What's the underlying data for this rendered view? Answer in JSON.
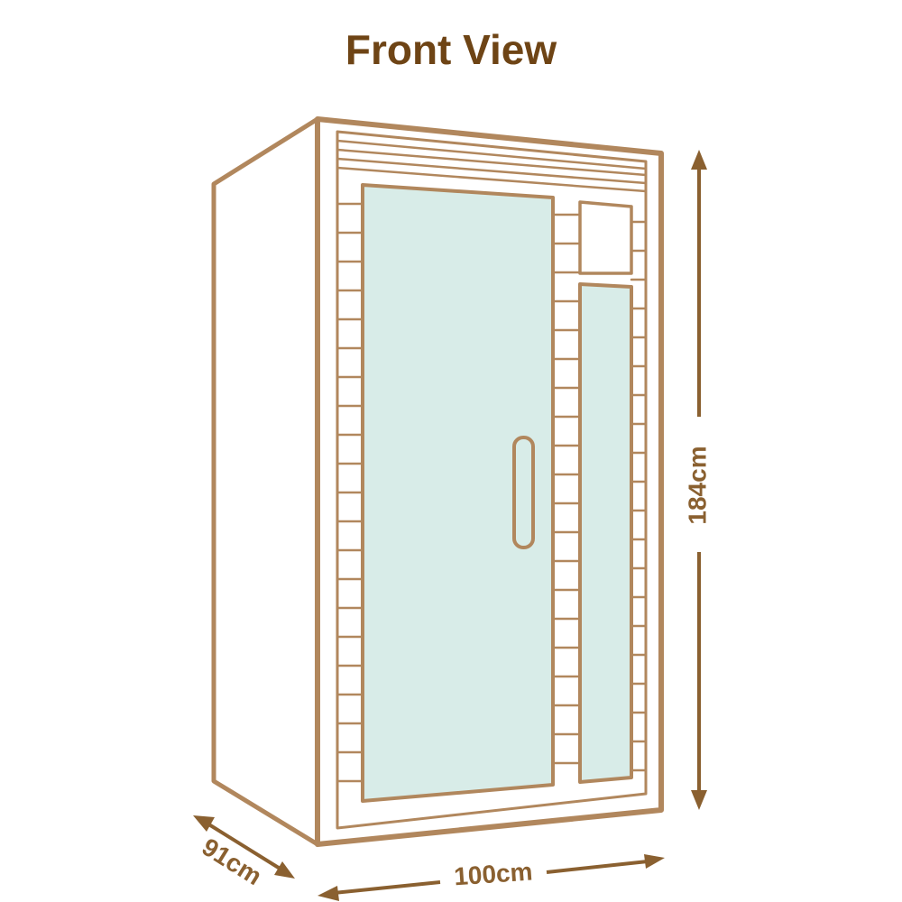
{
  "title": "Front View",
  "dimensions": {
    "height": "184cm",
    "width": "100cm",
    "depth": "91cm"
  },
  "colors": {
    "outline": "#b1875d",
    "title": "#6e4415",
    "glass": "#d8ece8",
    "dimension_text": "#8a6030"
  }
}
